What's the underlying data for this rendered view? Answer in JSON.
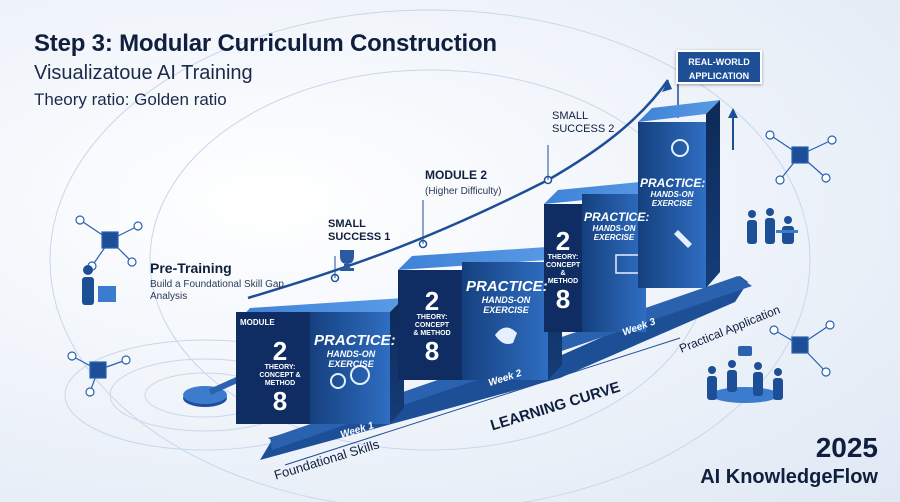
{
  "header": {
    "title": "Step 3: Modular Curriculum Construction",
    "subtitle": "Visualizatoue AI Training",
    "ratio": "Theory  ratio: Golden ratio"
  },
  "pretraining": {
    "title": "Pre-Training",
    "desc": "Build a Foundational Skill Gap Analysis"
  },
  "milestones": {
    "small_success_1": "SMALL SUCCESS 1",
    "module_2": "MODULE 2",
    "module_2_note": "(Higher Difficulty)",
    "small_success_2": "SMALL SUCCESS 2",
    "real_world": "REAL-WORLD APPLICATION"
  },
  "modules": [
    {
      "tag": "MODULE",
      "num_top": "2",
      "theory": "THEORY: CONCEPT & METHOD",
      "num_bottom": "8",
      "practice": "PRACTICE:",
      "practice_sub": "HANDS-ON EXERCISE"
    },
    {
      "num_top": "2",
      "theory": "THEORY: CONCEPT & METHOD",
      "num_bottom": "8",
      "practice": "PRACTICE:",
      "practice_sub": "HANDS-ON EXERCISE"
    },
    {
      "num_top": "2",
      "theory": "THEORY: CONCEPT & METHOD",
      "num_bottom": "8",
      "practice": "PRACTICE:",
      "practice_sub": "HANDS-ON EXERCISE"
    },
    {
      "practice": "PRACTICE:",
      "practice_sub": "HANDS-ON EXERCISE"
    }
  ],
  "timeline": {
    "weeks": [
      "Week 1",
      "Week 2",
      "Week 3"
    ],
    "learning_curve": "LEARNING CURVE",
    "foundational": "Foundational Skills",
    "practical": "Practical Application"
  },
  "footer": {
    "year": "2025",
    "brand": "AI KnowledgeFlow"
  },
  "colors": {
    "dark_blue": "#0f2d62",
    "mid_blue": "#1d4f96",
    "light_blue": "#3b7ccf",
    "ink": "#0f1f3d"
  }
}
